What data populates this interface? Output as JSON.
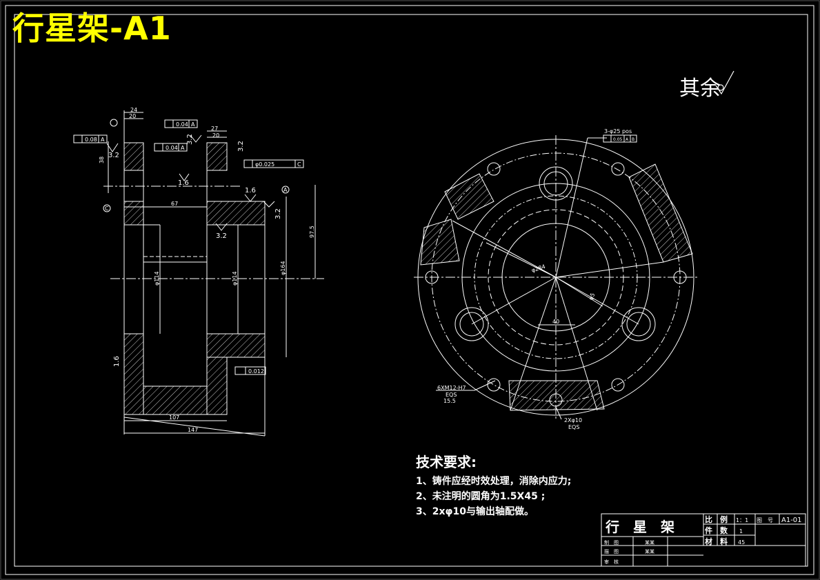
{
  "header": {
    "title": "行星架-A1"
  },
  "surface_note": "其余",
  "tech_requirements": {
    "heading": "技术要求:",
    "items": [
      "1、铸件应经时效处理，消除内应力;",
      "2、未注明的圆角为1.5X45 ;",
      "3、2xφ10与输出轴配做。"
    ]
  },
  "section_view": {
    "dims": {
      "d24": "24",
      "d20a": "20",
      "d27": "27",
      "d20b": "20",
      "d38": "38",
      "d67": "67",
      "d107": "107",
      "d147": "147",
      "d97_5": "97.5",
      "dia114a": "φ114",
      "dia114b": "φ114",
      "dia_outer": "φ164"
    },
    "roughness": [
      "3.2",
      "3.2",
      "3.2",
      "3.2",
      "3.2",
      "1.6",
      "1.6",
      "1.6"
    ],
    "tolerances": {
      "perp_a": "0.08",
      "perp_a_ref": "A",
      "perp_b": "0.04",
      "perp_b_ref": "A",
      "perp_c": "0.04",
      "perp_c_ref": "A",
      "conc": "φ0.025",
      "conc_ref": "C",
      "flat": "0.012"
    },
    "datums": [
      "A",
      "C"
    ]
  },
  "front_view": {
    "labels": {
      "holes3": "3-φ25 pos",
      "pos_tol": "0.05",
      "pos_ref_a": "A",
      "pos_ref_b": "B",
      "dia_center": "φ284",
      "dim_40": "40",
      "dim_bolt": "φ5",
      "thread": "6XM12-H7",
      "thread_eqs": "EQS",
      "thread_depth": "15.5",
      "pin": "2Xφ10",
      "pin_eqs": "EQS"
    }
  },
  "title_block": {
    "name": "行　星　架",
    "scale_label": "比　例",
    "scale_value": "1：1",
    "drawing_no_label": "图　号",
    "drawing_no_value": "A1-01",
    "qty_label": "件　数",
    "qty_value": "1",
    "material_label": "材　料",
    "material_value": "45",
    "rows": [
      {
        "role": "制　图",
        "name": "某某"
      },
      {
        "role": "描　图",
        "name": "某某"
      },
      {
        "role": "审　核",
        "name": ""
      }
    ]
  },
  "colors": {
    "line": "#ffffff",
    "accent": "#ffff00",
    "background": "#000000"
  }
}
